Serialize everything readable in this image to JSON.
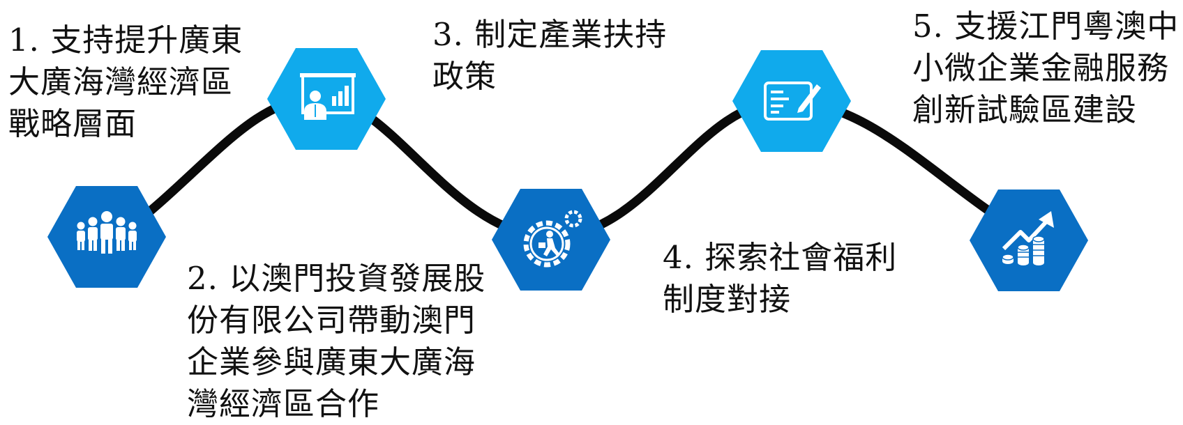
{
  "colors": {
    "connector": "#0a0a0a",
    "hex_light": "#10aaec",
    "hex_dark": "#0a6fc4",
    "icon": "#ffffff"
  },
  "steps": [
    {
      "text": "1. 支持提升廣東\n大廣海灣經濟區\n戰略層面",
      "icon": "people-group-icon",
      "hex_color": "#0a6fc4"
    },
    {
      "text": "2. 以澳門投資發展股\n份有限公司帶動澳門\n企業參與廣東大廣海\n灣經濟區合作",
      "icon": "presentation-chart-icon",
      "hex_color": "#10aaec"
    },
    {
      "text": "3. 制定產業扶持\n政策",
      "icon": "gear-running-person-icon",
      "hex_color": "#0a6fc4"
    },
    {
      "text": "4. 探索社會福利\n制度對接",
      "icon": "document-pen-icon",
      "hex_color": "#10aaec"
    },
    {
      "text": "5. 支援江門粵澳中\n小微企業金融服務\n創新試驗區建設",
      "icon": "coins-growth-icon",
      "hex_color": "#0a6fc4"
    }
  ]
}
